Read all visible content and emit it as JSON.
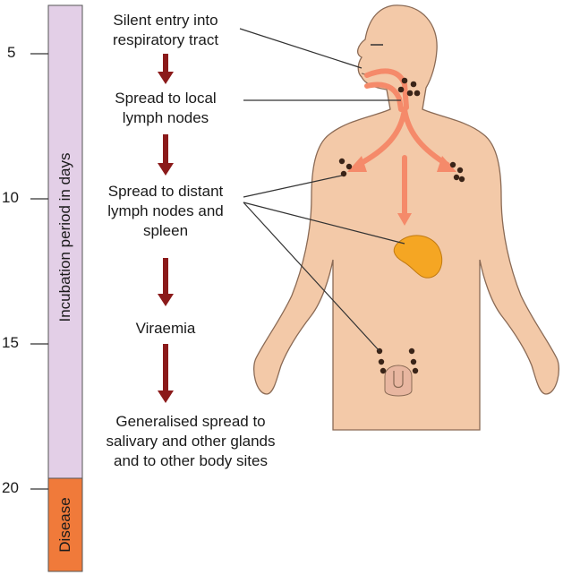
{
  "axis": {
    "title": "Incubation period in days",
    "ticks": [
      5,
      10,
      15,
      20
    ]
  },
  "disease_label": "Disease",
  "steps": [
    {
      "text": [
        "Silent entry into",
        "respiratory tract"
      ]
    },
    {
      "text": [
        "Spread to local",
        "lymph nodes"
      ]
    },
    {
      "text": [
        "Spread to distant",
        "lymph nodes and",
        "spleen"
      ]
    },
    {
      "text": [
        "Viraemia"
      ]
    },
    {
      "text": [
        "Generalised spread to",
        "salivary and other glands",
        "and to other body sites"
      ]
    }
  ],
  "colors": {
    "incubation_bar": "#e3cfe7",
    "disease_bar": "#f07a3a",
    "step_arrow": "#8b1a1a",
    "skin": "#f3c9a8",
    "skin_outline": "#8a6a55",
    "spread_arrow": "#f58a6a",
    "node": "#3a2418",
    "spleen": "#f5a623"
  }
}
